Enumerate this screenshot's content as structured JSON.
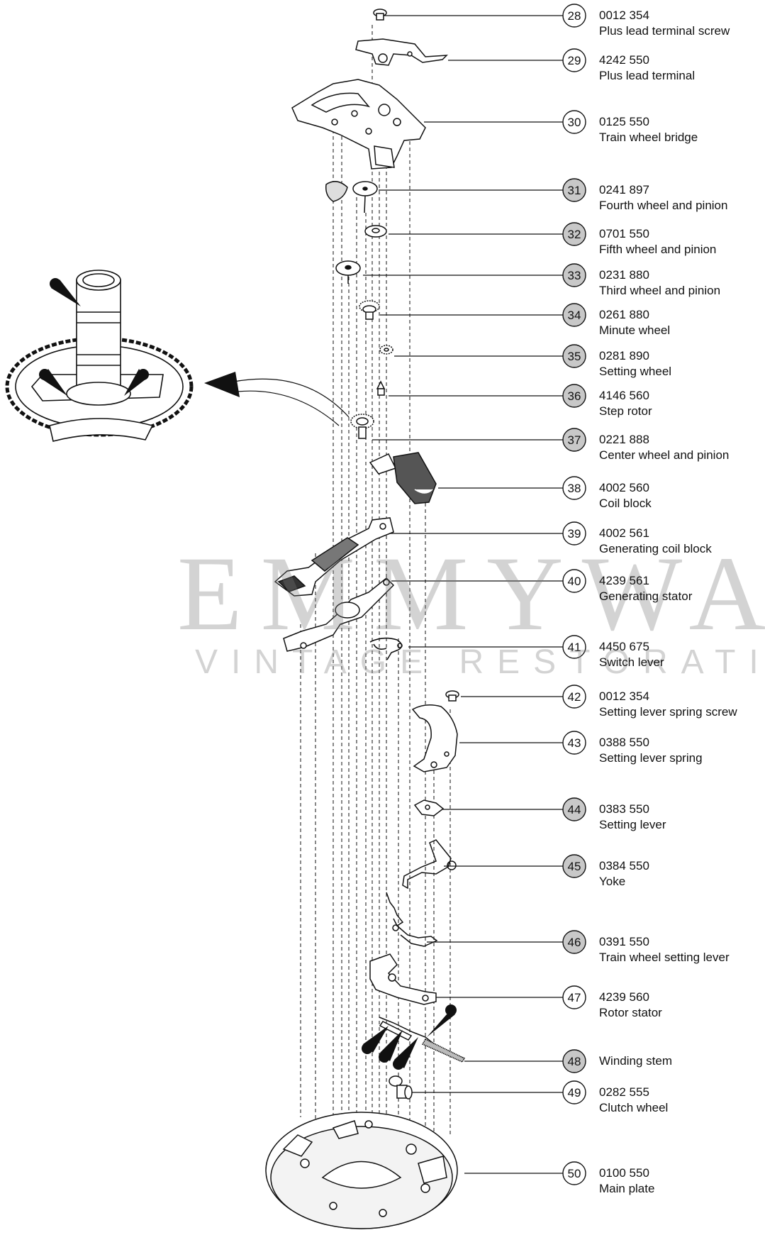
{
  "parts": [
    {
      "num": "28",
      "code": "0012 354",
      "name": "Plus lead terminal screw",
      "shaded": false
    },
    {
      "num": "29",
      "code": "4242 550",
      "name": "Plus lead terminal",
      "shaded": false
    },
    {
      "num": "30",
      "code": "0125 550",
      "name": "Train wheel bridge",
      "shaded": false
    },
    {
      "num": "31",
      "code": "0241 897",
      "name": "Fourth wheel and pinion",
      "shaded": true
    },
    {
      "num": "32",
      "code": "0701 550",
      "name": "Fifth wheel and pinion",
      "shaded": true
    },
    {
      "num": "33",
      "code": "0231 880",
      "name": "Third wheel and pinion",
      "shaded": true
    },
    {
      "num": "34",
      "code": "0261 880",
      "name": "Minute wheel",
      "shaded": true
    },
    {
      "num": "35",
      "code": "0281 890",
      "name": "Setting wheel",
      "shaded": true
    },
    {
      "num": "36",
      "code": "4146 560",
      "name": "Step rotor",
      "shaded": true
    },
    {
      "num": "37",
      "code": "0221 888",
      "name": "Center wheel and pinion",
      "shaded": true
    },
    {
      "num": "38",
      "code": "4002 560",
      "name": "Coil block",
      "shaded": false
    },
    {
      "num": "39",
      "code": "4002 561",
      "name": "Generating coil block",
      "shaded": false
    },
    {
      "num": "40",
      "code": "4239 561",
      "name": "Generating stator",
      "shaded": false
    },
    {
      "num": "41",
      "code": "4450 675",
      "name": "Switch lever",
      "shaded": false
    },
    {
      "num": "42",
      "code": "0012 354",
      "name": "Setting lever spring screw",
      "shaded": false
    },
    {
      "num": "43",
      "code": "0388 550",
      "name": "Setting lever spring",
      "shaded": false
    },
    {
      "num": "44",
      "code": "0383 550",
      "name": "Setting lever",
      "shaded": true
    },
    {
      "num": "45",
      "code": "0384 550",
      "name": "Yoke",
      "shaded": true
    },
    {
      "num": "46",
      "code": "0391 550",
      "name": "Train wheel setting lever",
      "shaded": true
    },
    {
      "num": "47",
      "code": "4239 560",
      "name": "Rotor stator",
      "shaded": false
    },
    {
      "num": "48",
      "code": "",
      "name": "Winding stem",
      "shaded": true
    },
    {
      "num": "49",
      "code": "0282 555",
      "name": "Clutch wheel",
      "shaded": false
    },
    {
      "num": "50",
      "code": "0100 550",
      "name": "Main plate",
      "shaded": false
    }
  ],
  "watermark": {
    "title": "EMMYWATCH",
    "subtitle": "VINTAGE RESTORATIONS"
  },
  "colors": {
    "line": "#111111",
    "shaded_circle": "#c8c8c8",
    "plain_circle": "#ffffff",
    "watermark": "#8a8a8a"
  }
}
